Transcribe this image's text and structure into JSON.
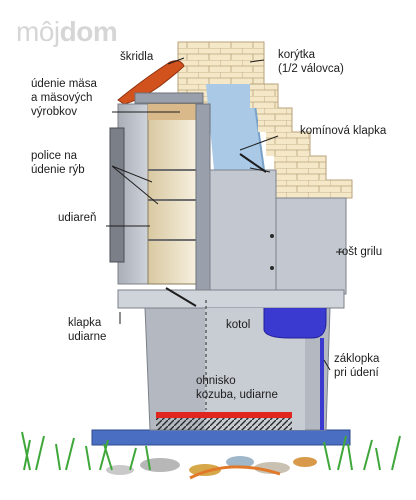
{
  "logo": {
    "part1": "môj",
    "part2": "dom"
  },
  "labels": {
    "skridla": "škridla",
    "udenie_masa": "údenie mäsa\na mäsových\nvýrobkov",
    "police": "police na\núdenie rýb",
    "udiaren": "udiareň",
    "klapka_udiarne": "klapka\nudiarne",
    "korytka": "korýtka\n(1/2 válovca)",
    "kominova_klapka": "komínová klapka",
    "rost_grilu": "rošt grilu",
    "kotol": "kotol",
    "zaklopka": "záklopka\npri údení",
    "ohnisko": "ohnisko\nkozuba, udiarne"
  },
  "colors": {
    "brick": "#f4e8c8",
    "brick_line": "#b9a27a",
    "concrete": "#c3c7cf",
    "concrete_dark": "#9aa0ab",
    "roof_tile": "#d1521c",
    "chimney_blue": "#a9c9e6",
    "base_blue": "#4a6fc2",
    "fire_red": "#e0261e",
    "bracket_purple": "#3a3ad0",
    "grass": "#3fa73a"
  }
}
